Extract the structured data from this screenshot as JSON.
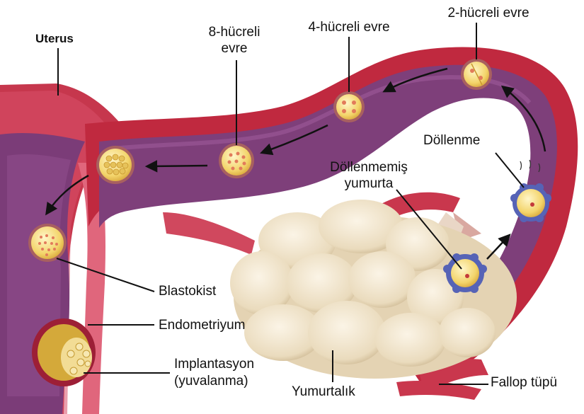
{
  "labels": {
    "uterus": "Uterus",
    "stage8_line1": "8-hücreli",
    "stage8_line2": "evre",
    "stage4": "4-hücreli evre",
    "stage2": "2-hücreli evre",
    "fertilization": "Döllenme",
    "unfertilized_line1": "Döllenmemiş",
    "unfertilized_line2": "yumurta",
    "blastocyst": "Blastokist",
    "endometrium": "Endometriyum",
    "implantation_line1": "Implantasyon",
    "implantation_line2": "(yuvalanma)",
    "ovary": "Yumurtalık",
    "fallopian": "Fallop tüpü"
  },
  "colors": {
    "uterine_wall": "#b3213a",
    "tube_lumen": "#7e3f7a",
    "endometrium": "#c9374d",
    "ovary": "#efe2c8",
    "cell": "#f5d66a",
    "corona": "#5563b5"
  }
}
